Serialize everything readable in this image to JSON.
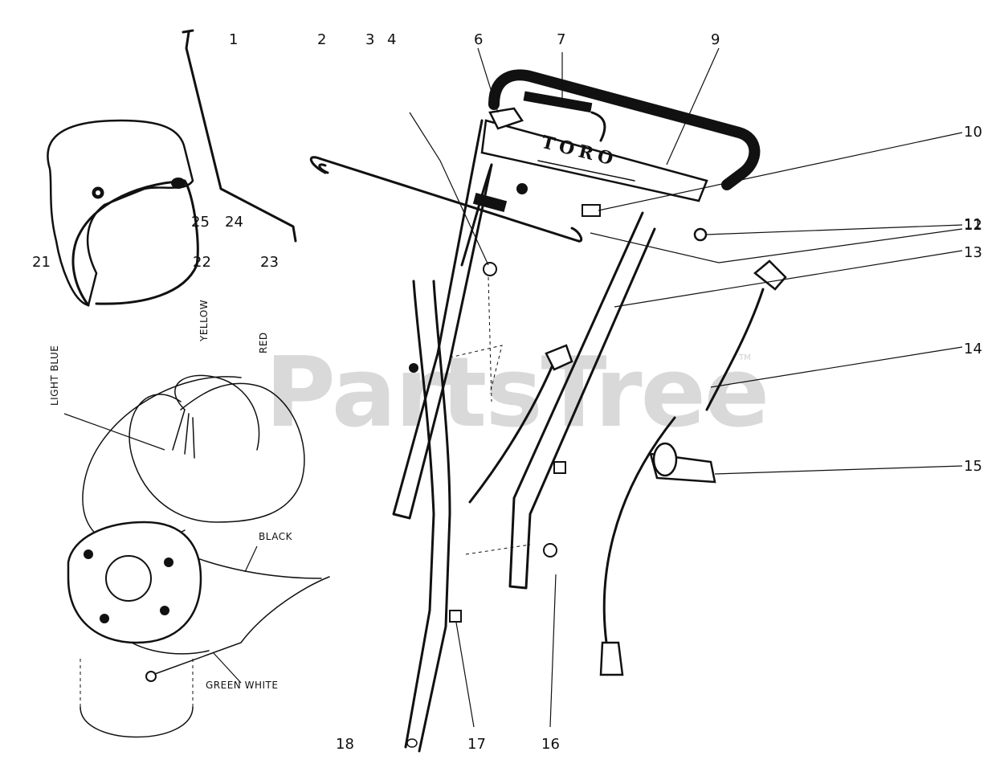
{
  "brand": "TORO",
  "watermark": "PartsTree",
  "watermark_mark": "TM",
  "callouts": [
    "1",
    "2",
    "3",
    "4",
    "6",
    "7",
    "9",
    "10",
    "11",
    "12",
    "13",
    "14",
    "15",
    "16",
    "17",
    "18",
    "21",
    "22",
    "23",
    "24",
    "25"
  ],
  "wire_labels": {
    "light_blue": "LIGHT BLUE",
    "yellow": "YELLOW",
    "red": "RED",
    "black": "BLACK",
    "green_white": "GREEN WHITE"
  }
}
